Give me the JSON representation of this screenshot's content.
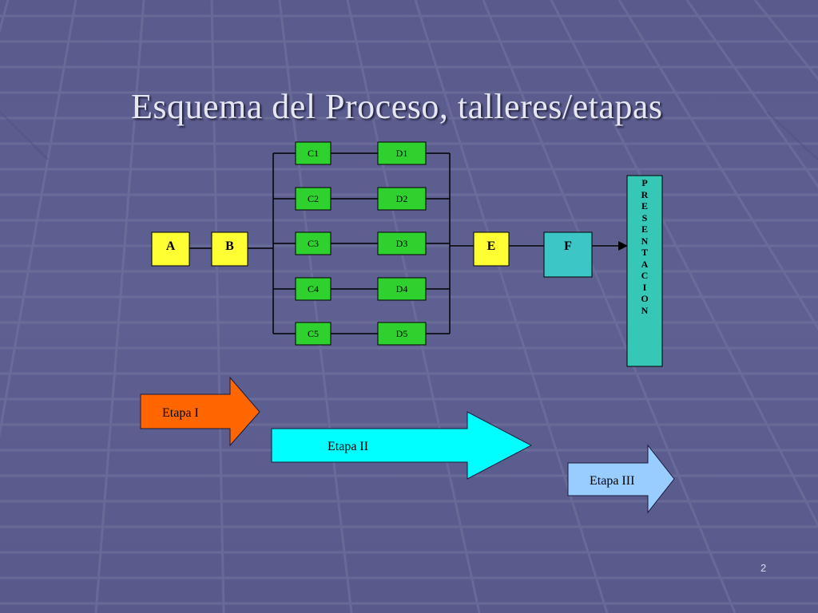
{
  "title": "Esquema del Proceso, talleres/etapas",
  "colors": {
    "background": "#5c5e90",
    "grid": "#7a7cab",
    "green_box": "#2fd12f",
    "yellow_box": "#ffff33",
    "teal_box": "#3cc6c6",
    "presentacion_box": "#36c7b6",
    "etapa1": "#ff6600",
    "etapa2": "#00ffff",
    "etapa3": "#99ccff"
  },
  "nodes": {
    "a": "A",
    "b": "B",
    "c1": "C1",
    "c2": "C2",
    "c3": "C3",
    "c4": "C4",
    "c5": "C5",
    "d1": "D1",
    "d2": "D2",
    "d3": "D3",
    "d4": "D4",
    "d5": "D5",
    "e": "E",
    "f": "F"
  },
  "presentacion_letters": [
    "P",
    "R",
    "E",
    "S",
    "E",
    "N",
    "T",
    "A",
    "C",
    "I",
    "O",
    "N"
  ],
  "stages": {
    "etapa1": "Etapa I",
    "etapa2": "Etapa II",
    "etapa3": "Etapa III"
  },
  "page_number": "2"
}
